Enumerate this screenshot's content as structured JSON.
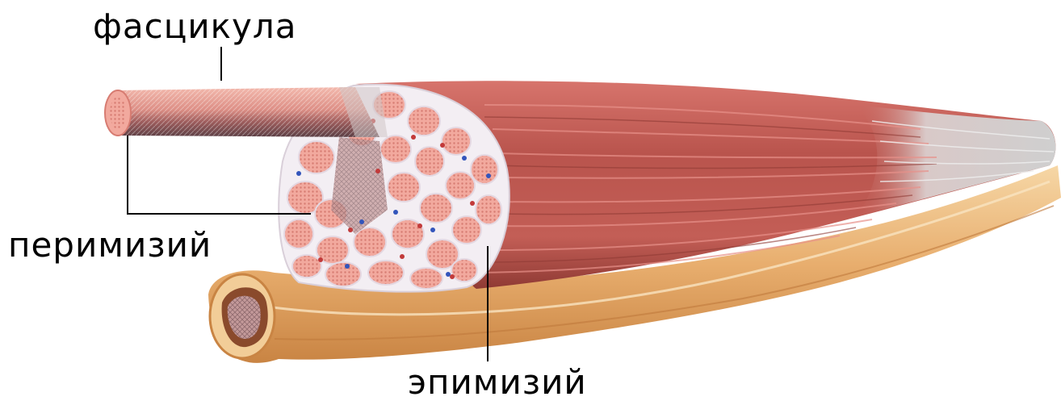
{
  "labels": {
    "fascicle": "фасцикула",
    "perimysium": "перимизий",
    "epimysium": "эпимизий"
  },
  "colors": {
    "muscle_dark": "#a8463f",
    "muscle_mid": "#c9605a",
    "muscle_light": "#e3948c",
    "tendon": "#d8d8d8",
    "bone": "#e9b377",
    "bone_dark": "#b9793f",
    "fascicle_fill": "#efa79c",
    "perimysium": "#f4f0f4",
    "leader_line": "#000000"
  }
}
